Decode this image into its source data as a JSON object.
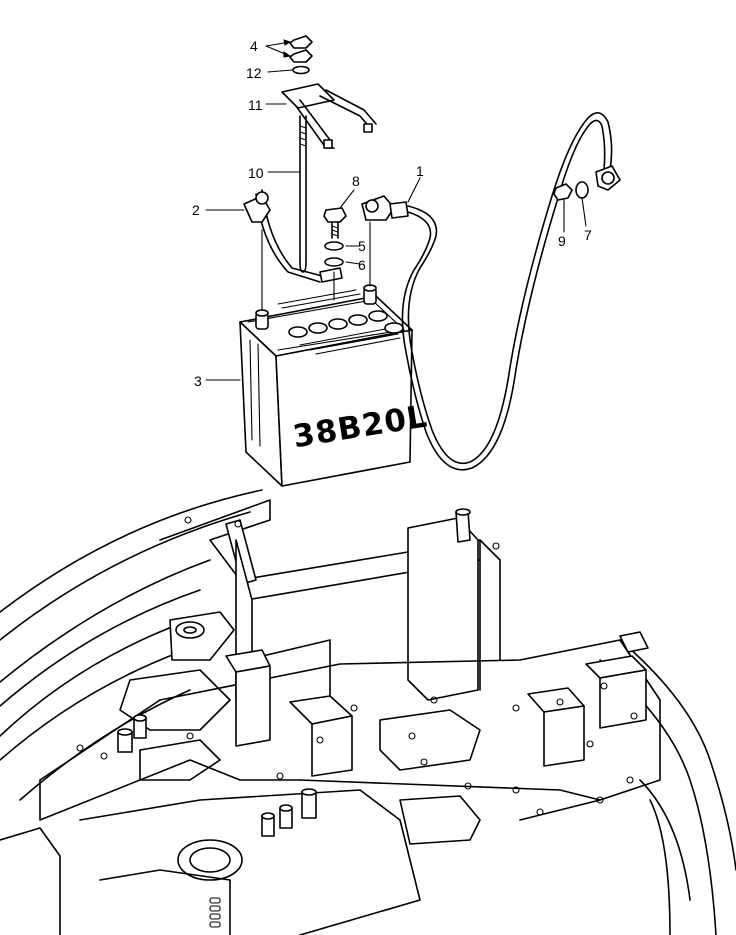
{
  "battery": {
    "model_label": "38B20L"
  },
  "callouts": [
    {
      "id": "c1",
      "label": "1"
    },
    {
      "id": "c2",
      "label": "2"
    },
    {
      "id": "c3",
      "label": "3"
    },
    {
      "id": "c4",
      "label": "4"
    },
    {
      "id": "c5",
      "label": "5"
    },
    {
      "id": "c6",
      "label": "6"
    },
    {
      "id": "c7",
      "label": "7"
    },
    {
      "id": "c8",
      "label": "8"
    },
    {
      "id": "c9",
      "label": "9"
    },
    {
      "id": "c10",
      "label": "10"
    },
    {
      "id": "c11",
      "label": "11"
    },
    {
      "id": "c12",
      "label": "12"
    }
  ]
}
